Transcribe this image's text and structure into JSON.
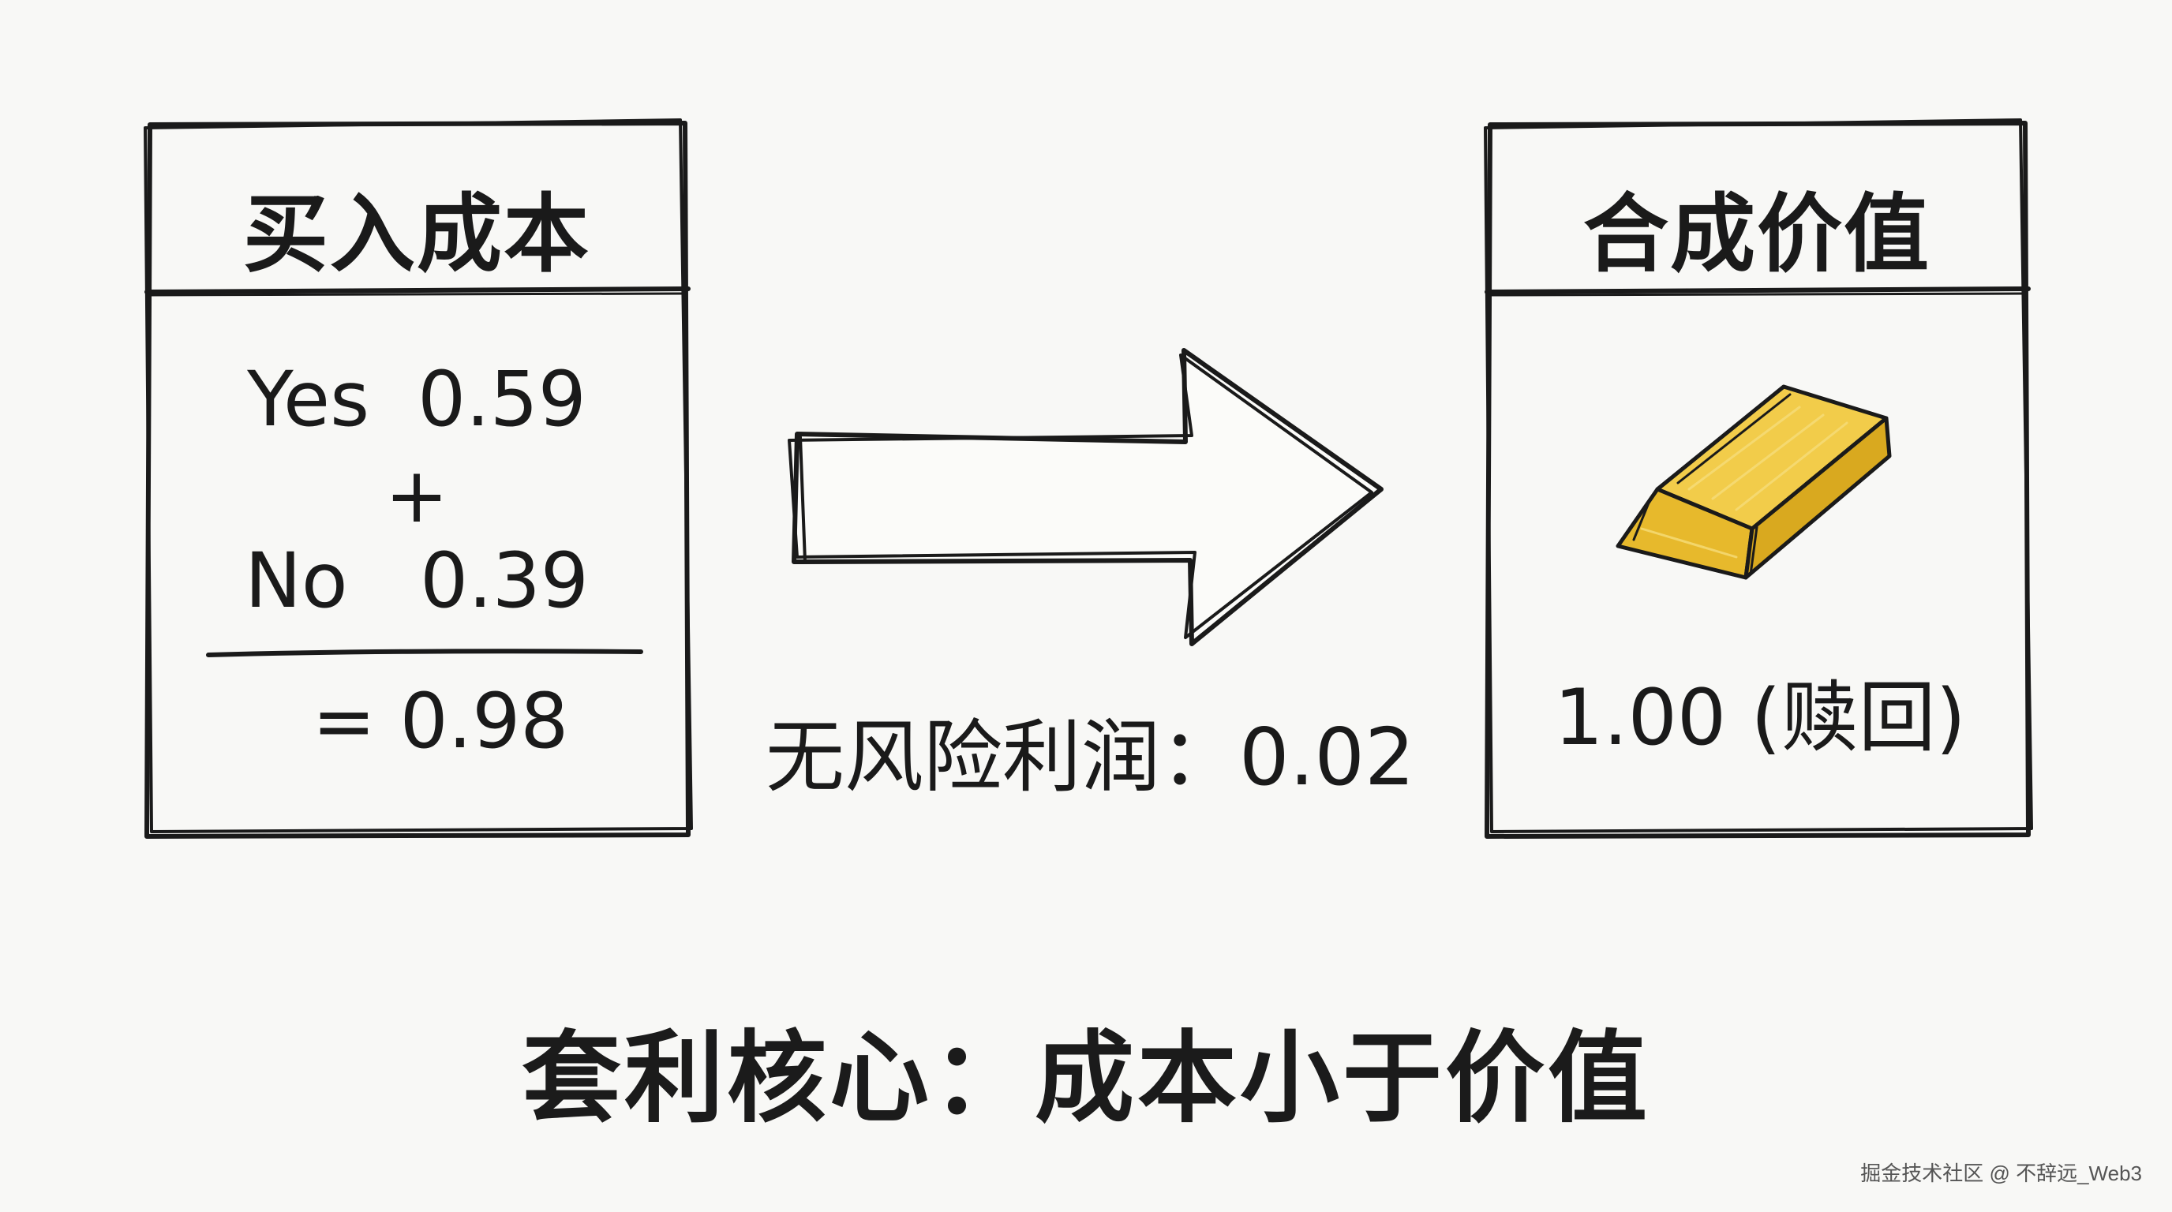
{
  "left_panel": {
    "title": "买入成本",
    "line_yes": "Yes  0.59",
    "line_plus": "+",
    "line_no": "No   0.39",
    "line_total": "= 0.98"
  },
  "arrow": {
    "label": "无风险利润：0.02"
  },
  "right_panel": {
    "title": "合成价值",
    "icon": "gold-bar-icon",
    "value": "1.00 (赎回)"
  },
  "caption": "套利核心：成本小于价值",
  "watermark": "掘金技术社区 @ 不辞远_Web3",
  "colors": {
    "ink": "#1a1a1a",
    "background": "#f8f8f6",
    "gold": "#f0c63c",
    "gold_dark": "#d9a91f"
  }
}
